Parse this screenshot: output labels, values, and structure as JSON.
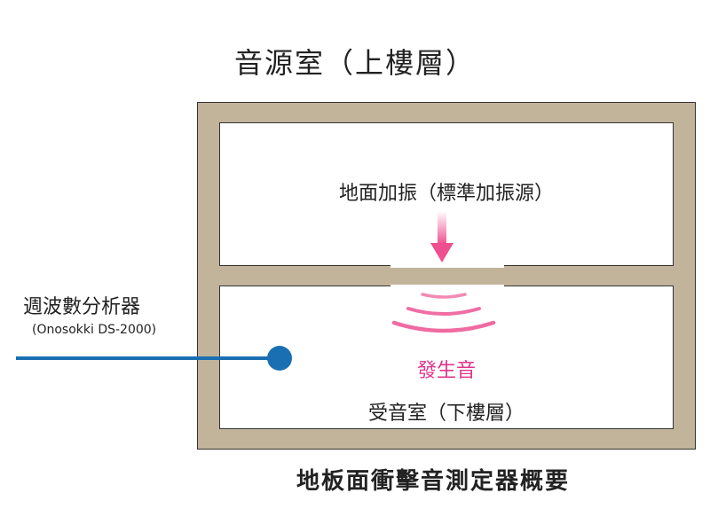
{
  "upper_room_title": "音源室（上樓層）",
  "source_label": "地面加振（標準加振源）",
  "sound_label": "發生音",
  "receiving_room_label": "受音室（下樓層）",
  "analyzer": {
    "label": "週波數分析器",
    "model": "(Onosokki DS-2000)"
  },
  "diagram_title": "地板面衝擊音測定器概要",
  "colors": {
    "structure": "#c2b49b",
    "arrow": "#ef4f8e",
    "sound": "#e0358a",
    "cable": "#1a6fb2"
  },
  "icons": {
    "impact_arrow": "down-arrow-icon",
    "sound_waves": "sound-wave-icon",
    "microphone": "microphone-dot-icon"
  }
}
